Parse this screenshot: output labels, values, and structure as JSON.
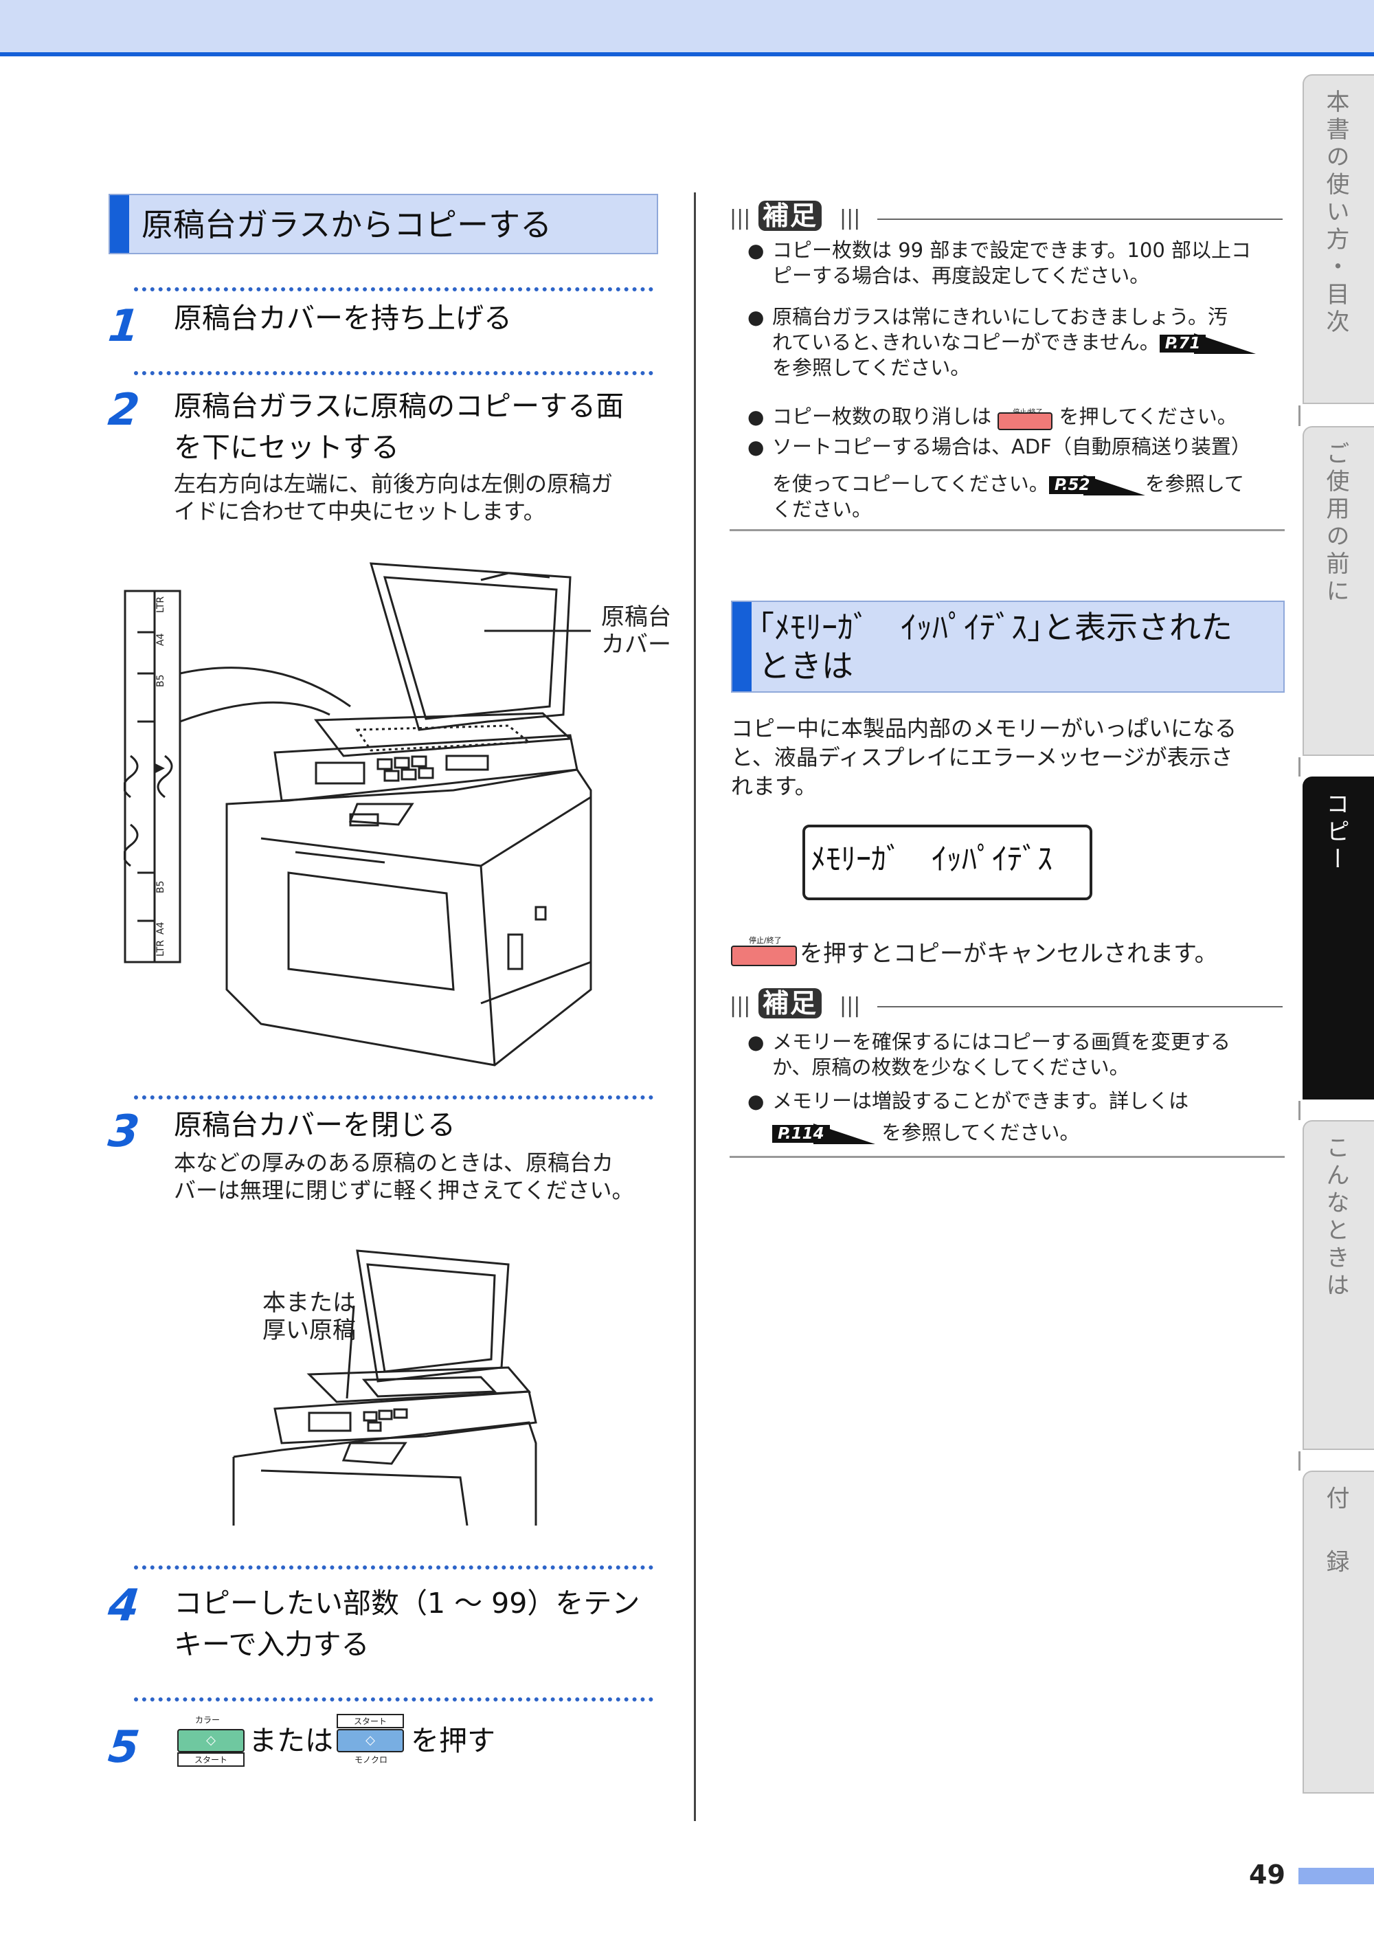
{
  "tabs": [
    {
      "label": "本書の使い方・目次"
    },
    {
      "label": "ご使用の前に"
    },
    {
      "label": "コピー"
    },
    {
      "label": "こんなときは"
    },
    {
      "label": "付 録"
    }
  ],
  "left": {
    "heading": "原稿台ガラスからコピーする",
    "steps": [
      {
        "num": "1",
        "title": "原稿台カバーを持ち上げる"
      },
      {
        "num": "2",
        "title_line1": "原稿台ガラスに原稿のコピーする面",
        "title_line2": "を下にセットする",
        "body_line1": "左右方向は左端に、前後方向は左側の原稿ガ",
        "body_line2": "イドに合わせて中央にセットします。"
      },
      {
        "num": "3",
        "title": "原稿台カバーを閉じる",
        "body_line1": "本などの厚みのある原稿のときは、原稿台カ",
        "body_line2": "バーは無理に閉じずに軽く押さえてください。"
      },
      {
        "num": "4",
        "title_line1": "コピーしたい部数（1 ～ 99）をテン",
        "title_line2": "キーで入力する"
      },
      {
        "num": "5",
        "title_mid": "または",
        "title_end": "を押す"
      }
    ],
    "figure1": {
      "callout_line1": "原稿台",
      "callout_line2": "カバー",
      "guide_labels": [
        "LTR",
        "A4",
        "B5",
        "B5",
        "A4",
        "LTR"
      ]
    },
    "figure2": {
      "callout_line1": "本または",
      "callout_line2": "厚い原稿"
    },
    "btn_color_top": "カラー",
    "btn_color_bottom": "スタート",
    "btn_mono_top": "スタート",
    "btn_mono_bottom": "モノクロ"
  },
  "right": {
    "hosoku_label": "補足",
    "note1": [
      {
        "line1": "コピー枚数は 99 部まで設定できます。100 部以上コ",
        "line2": "ピーする場合は、再度設定してください。"
      },
      {
        "line1": "原稿台ガラスは常にきれいにしておきましょう。汚",
        "line2": "れていると､きれいなコピーができません。",
        "ref": "P.71",
        "line3": "を参照してください。"
      },
      {
        "line1_a": "コピー枚数の取り消しは",
        "line1_b": "を押してください。"
      },
      {
        "line1": "ソートコピーする場合は、ADF（自動原稿送り装置）",
        "line2_a": "を使ってコピーしてください。",
        "ref": "P.52",
        "line2_b": "を参照して",
        "line3": "ください。"
      }
    ],
    "heading_line1": "｢ﾒﾓﾘｰｶﾞ　ｲｯﾊﾟｲﾃﾞｽ｣と表示された",
    "heading_line2": "ときは",
    "body_line1": "コピー中に本製品内部のメモリーがいっぱいになる",
    "body_line2": "と、液晶ディスプレイにエラーメッセージが表示さ",
    "body_line3": "れます。",
    "lcd_text": "ﾒﾓﾘｰｶﾞ　ｲｯﾊﾟｲﾃﾞｽ",
    "cancel_text": "を押すとコピーがキャンセルされます。",
    "stop_label": "停止/終了",
    "note2": [
      {
        "line1": "メモリーを確保するにはコピーする画質を変更する",
        "line2": "か、原稿の枚数を少なくしてください。"
      },
      {
        "line1": "メモリーは増設することができます。詳しくは",
        "ref": "P.114",
        "line2": "を参照してください。"
      }
    ]
  },
  "page_number": "49",
  "colors": {
    "accent": "#1560d8",
    "band": "#cfdcf7"
  }
}
